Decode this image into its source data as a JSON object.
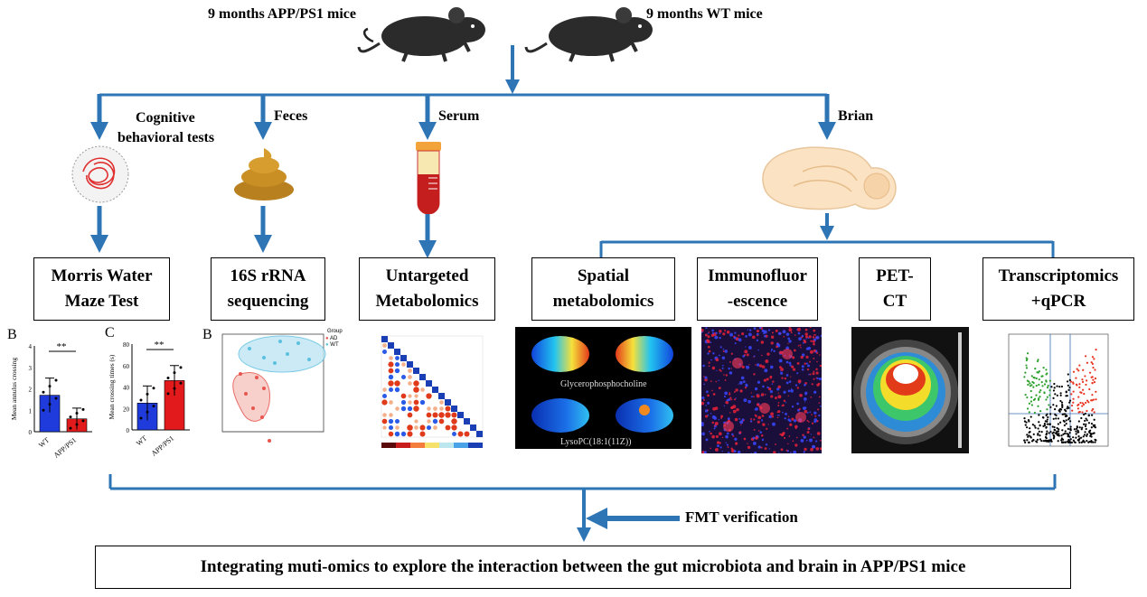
{
  "top": {
    "mouse_app": "9 months APP/PS1 mice",
    "mouse_wt": "9 months WT mice"
  },
  "branches": {
    "cognitive_l1": "Cognitive",
    "cognitive_l2": "behavioral tests",
    "feces": "Feces",
    "serum": "Serum",
    "brain": "Brian"
  },
  "boxes": {
    "morris_l1": "Morris Water",
    "morris_l2": "Maze Test",
    "rrna_l1": "16S rRNA",
    "rrna_l2": "sequencing",
    "untargeted_l1": "Untargeted",
    "untargeted_l2": "Metabolomics",
    "spatial_l1": "Spatial",
    "spatial_l2": "metabolomics",
    "immuno_l1": "Immunofluor",
    "immuno_l2": "-escence",
    "pet_l1": "PET-",
    "pet_l2": "CT",
    "transcript_l1": "Transcriptomics",
    "transcript_l2": "+qPCR"
  },
  "panels": {
    "b_letter": "B",
    "c_letter": "C",
    "b2_letter": "B",
    "b_ylabel": "Mean annulus crossing",
    "c_ylabel": "Mean crossing times (s)",
    "wt": "WT",
    "app": "APP/PS1",
    "sig": "**",
    "spatial_cap1": "Glycerophosphocholine",
    "spatial_cap2": "LysoPC(18:1(11Z))",
    "pca_group_title": "Group",
    "pca_group_ad": "AD",
    "pca_group_wt": "WT"
  },
  "colors": {
    "arrow": "#2e75b6",
    "wt_bar": "#1f3bdb",
    "app_bar": "#e31a1c",
    "pca_wt": "#5bc0de",
    "pca_ad": "#e8554e"
  },
  "fmt": "FMT verification",
  "conclusion": "Integrating muti-omics to explore the interaction between the gut microbiota and brain in APP/PS1 mice",
  "chart_data": [
    {
      "type": "bar",
      "categories": [
        "WT",
        "APP/PS1"
      ],
      "values": [
        1.7,
        0.6
      ],
      "ylabel": "Mean annulus crossing",
      "ylim": [
        0,
        4
      ]
    },
    {
      "type": "bar",
      "categories": [
        "WT",
        "APP/PS1"
      ],
      "values": [
        25,
        46
      ],
      "ylabel": "Mean crossing times (s)",
      "ylim": [
        0,
        80
      ]
    }
  ]
}
